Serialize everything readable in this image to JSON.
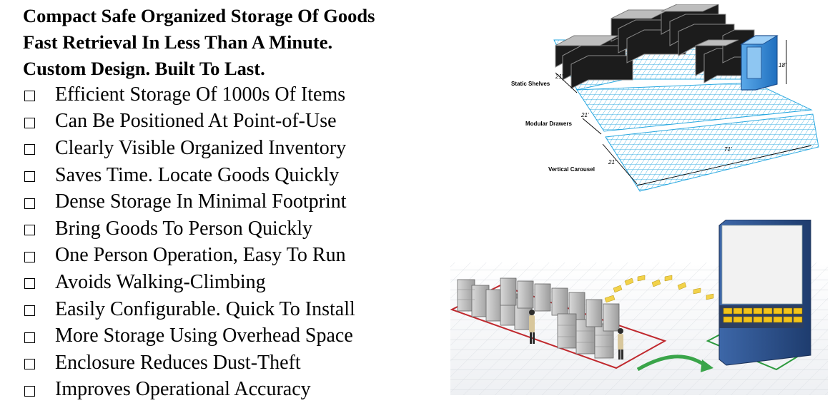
{
  "heading": {
    "line1": "Compact Safe Organized Storage Of Goods",
    "line2": "Fast Retrieval In Less Than A Minute.",
    "line3": "Custom Design. Built To Last."
  },
  "bullets": [
    "Efficient Storage Of 1000s Of Items",
    "Can Be Positioned At Point-of-Use",
    "Clearly Visible Organized Inventory",
    "Saves Time. Locate Goods Quickly",
    "Dense Storage In Minimal Footprint",
    "Bring Goods To Person Quickly",
    "One Person Operation, Easy To Run",
    "Avoids Walking-Climbing",
    "Easily Configurable. Quick To Install",
    "More Storage Using Overhead Space",
    "Enclosure Reduces Dust-Theft",
    "Improves Operational Accuracy"
  ],
  "diagram": {
    "label_static": "Static Shelves",
    "label_modular": "Modular Drawers",
    "label_carousel": "Vertical Carousel",
    "dim_21a": "21'",
    "dim_21b": "21'",
    "dim_21c": "21'",
    "dim_71": "71'",
    "dim_18": "18'"
  },
  "colors": {
    "grid_blue": "#29a8e0",
    "carousel_blue": "#3b86c9",
    "cabinet_dark": "#1e1e1e",
    "tower_navy": "#2e4f86",
    "floor_red": "#c0292e",
    "floor_green": "#2d9a3e",
    "arrow_green": "#3aa54a",
    "drawer_yellow": "#f2c318"
  }
}
